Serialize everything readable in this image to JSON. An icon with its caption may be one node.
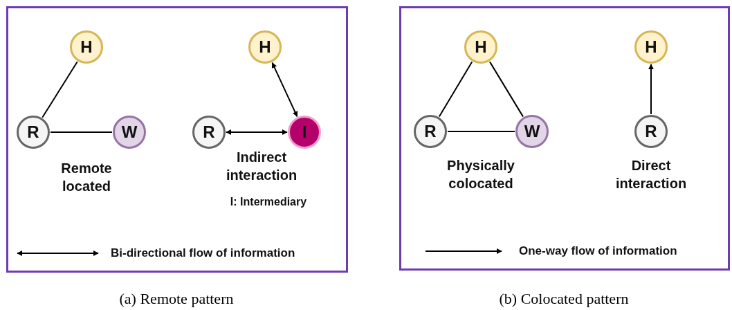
{
  "diagram": {
    "nodes": [
      {
        "text": [],
        "shape": "box",
        "beside": [
          "(a) Remote pattern"
        ]
      },
      {
        "text": [
          "H"
        ],
        "in": 0
      },
      {
        "text": [
          "R"
        ],
        "in": 0
      },
      {
        "text": [
          "W"
        ],
        "in": 0
      },
      {
        "text": [
          "H"
        ],
        "in": 0
      },
      {
        "text": [
          "R"
        ],
        "in": 0
      },
      {
        "text": [
          "I"
        ],
        "in": 0
      },
      {
        "text": [],
        "shape": "box",
        "beside": [
          "(b) Colocated pattern"
        ]
      },
      {
        "text": [
          "H"
        ],
        "in": 7
      },
      {
        "text": [
          "R"
        ],
        "in": 7
      },
      {
        "text": [
          "W"
        ],
        "in": 7
      },
      {
        "text": [
          "H"
        ],
        "in": 7
      },
      {
        "text": [
          "R"
        ],
        "in": 7
      }
    ],
    "edges": [
      {
        "from": 2,
        "to": 1,
        "arrow": "none"
      },
      {
        "from": 2,
        "to": 3,
        "arrow": "none"
      },
      {
        "from": 4,
        "to": 6,
        "arrow": "both"
      },
      {
        "from": 5,
        "to": 6,
        "arrow": "both"
      },
      {
        "from": 9,
        "to": 8,
        "arrow": "none"
      },
      {
        "from": 8,
        "to": 10,
        "arrow": "none"
      },
      {
        "from": 9,
        "to": 10,
        "arrow": "none"
      },
      {
        "from": 12,
        "to": 11,
        "arrow": "to"
      }
    ],
    "labels": [
      "Remote located",
      "Indirect interaction",
      "I: Intermediary",
      "Physically colocated",
      "Direct interaction"
    ],
    "legend": [
      {
        "text": "Bi-directional flow of information"
      },
      {
        "text": "One-way flow of information"
      }
    ]
  }
}
